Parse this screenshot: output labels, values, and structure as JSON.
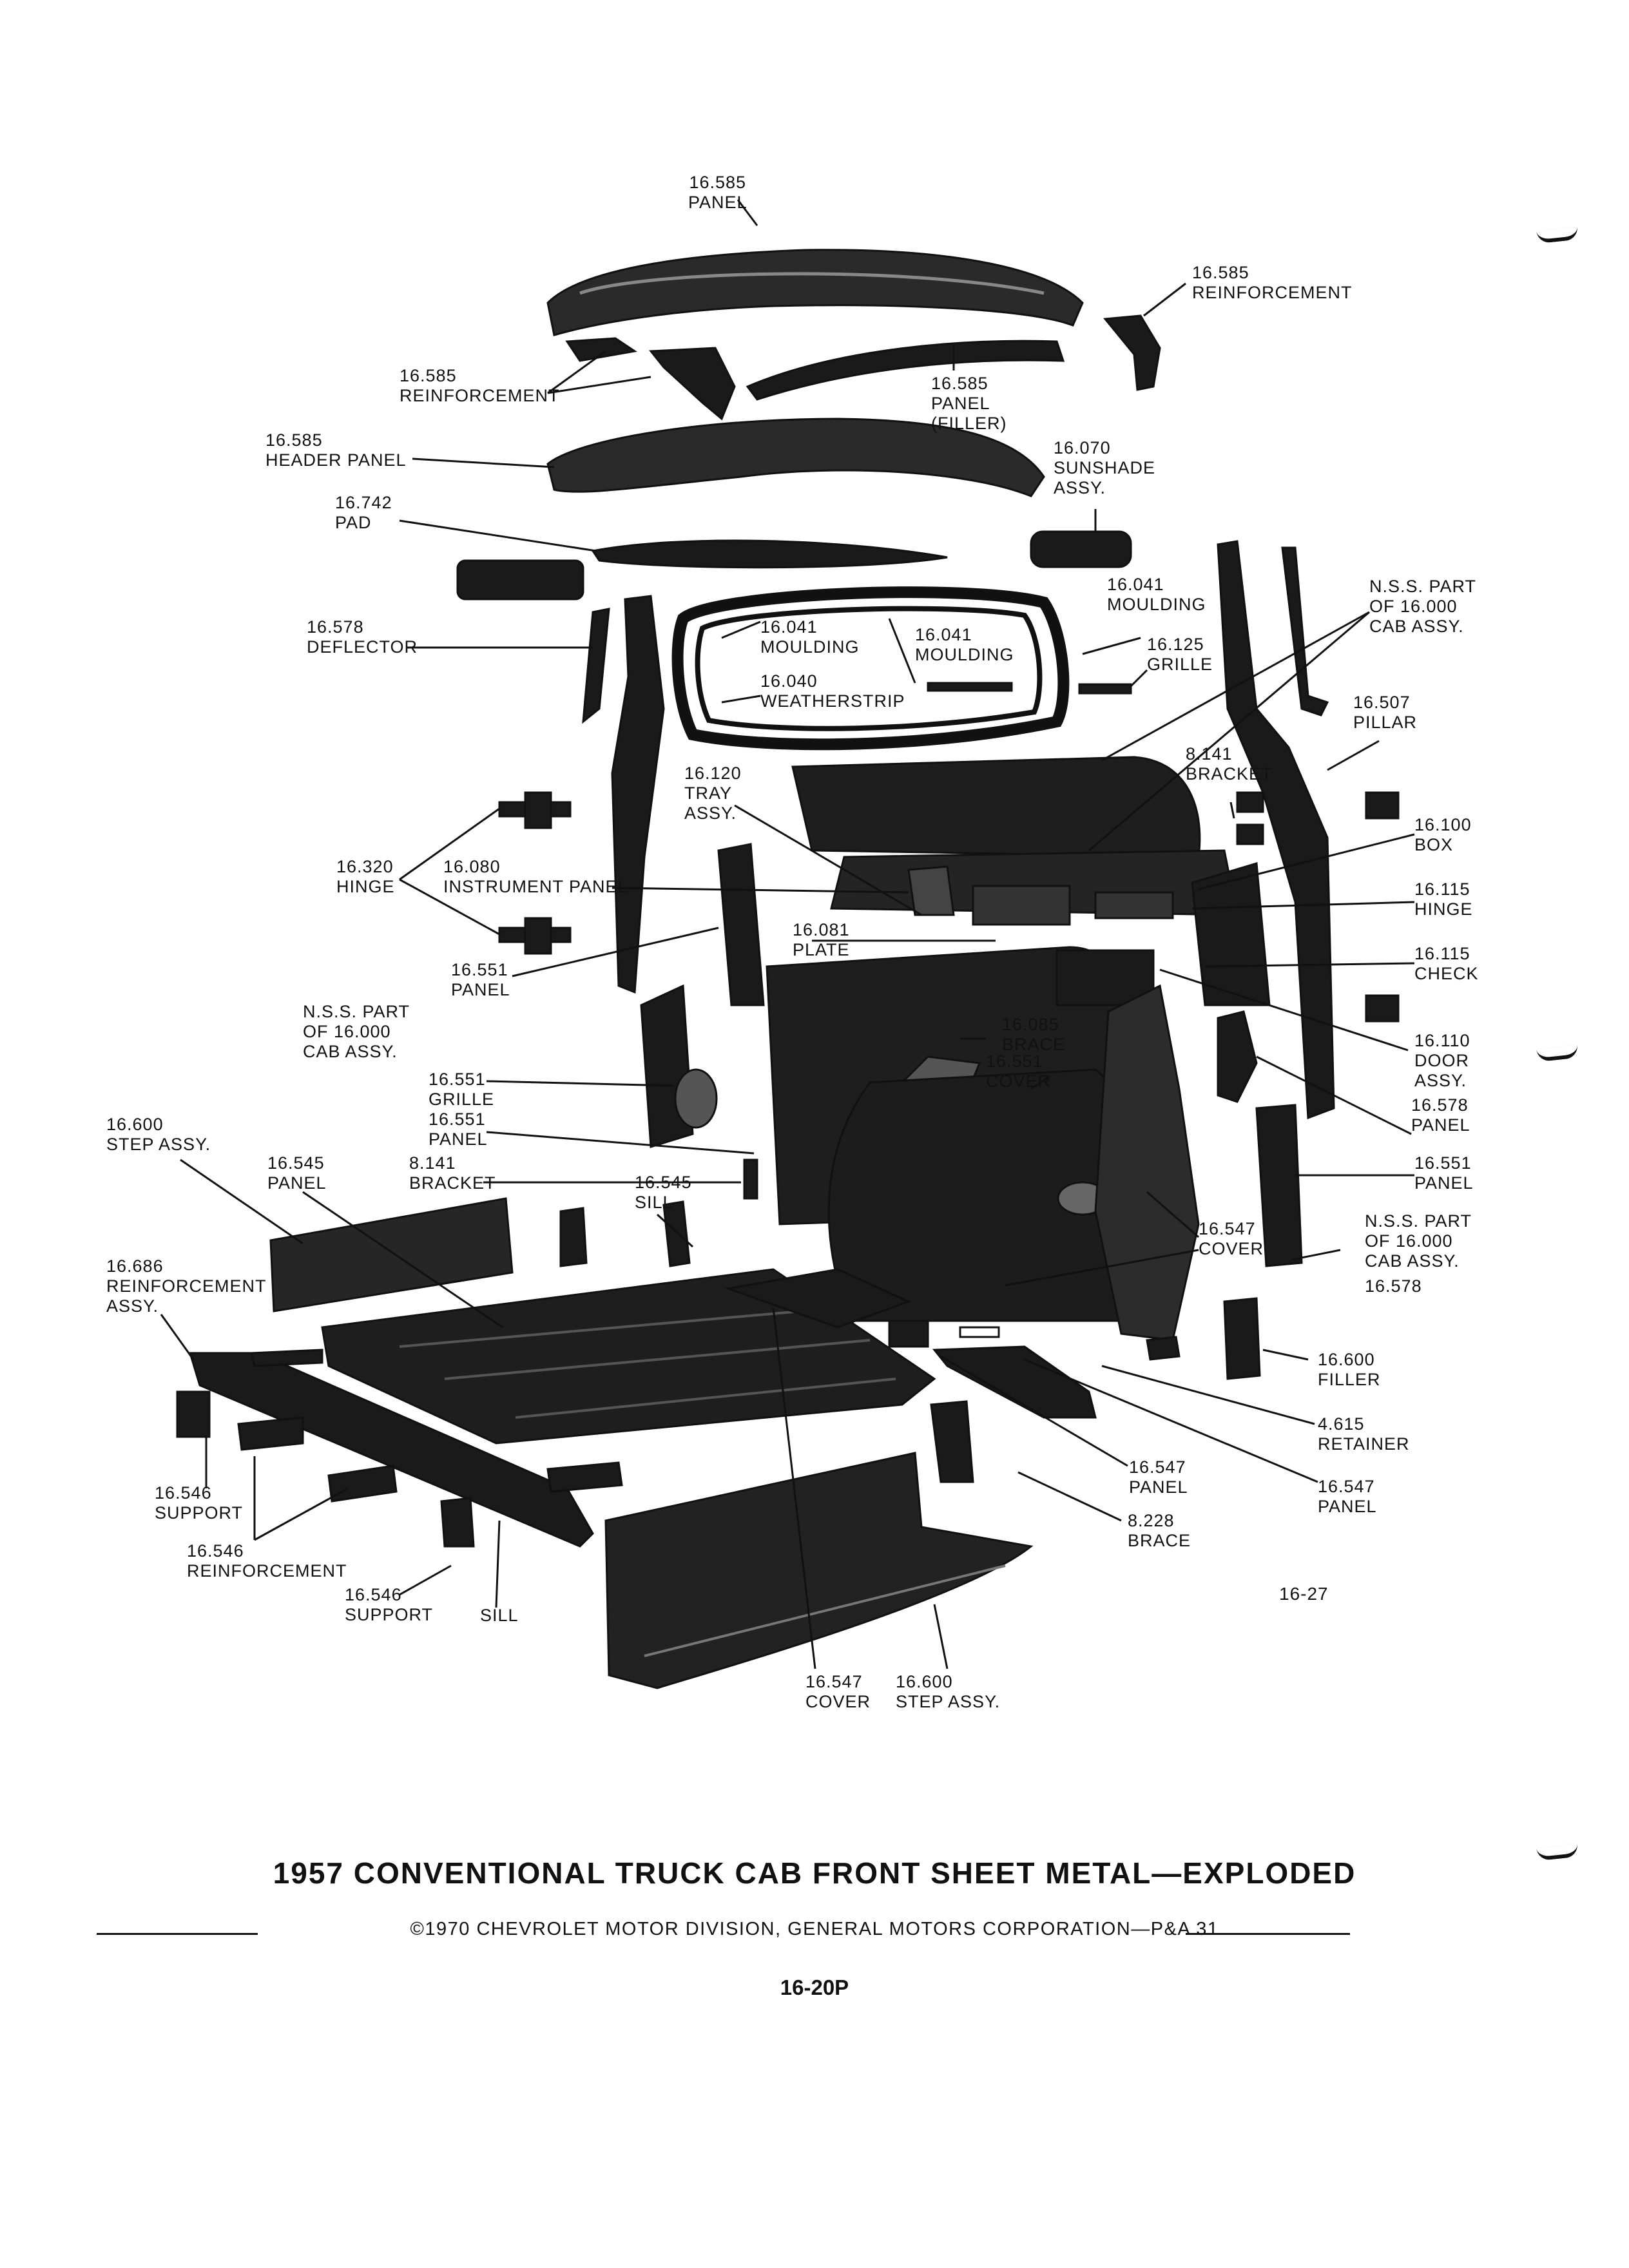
{
  "labels": {
    "roof_panel": [
      "16.585",
      "PANEL"
    ],
    "roof_reinf_right": [
      "16.585",
      "REINFORCEMENT"
    ],
    "roof_reinf_left": [
      "16.585",
      "REINFORCEMENT"
    ],
    "panel_filler": [
      "16.585",
      "PANEL",
      "(FILLER)"
    ],
    "header_panel": [
      "16.585",
      "HEADER PANEL"
    ],
    "sunshade": [
      "16.070",
      "SUNSHADE",
      "ASSY."
    ],
    "pad": [
      "16.742",
      "PAD"
    ],
    "moulding_right": [
      "16.041",
      "MOULDING"
    ],
    "nss_top_right": [
      "N.S.S. PART",
      "OF 16.000",
      "CAB ASSY."
    ],
    "deflector": [
      "16.578",
      "DEFLECTOR"
    ],
    "moulding_inner_left": [
      "16.041",
      "MOULDING"
    ],
    "moulding_inner_right": [
      "16.041",
      "MOULDING"
    ],
    "grille_upper": [
      "16.125",
      "GRILLE"
    ],
    "weatherstrip": [
      "16.040",
      "WEATHERSTRIP"
    ],
    "pillar": [
      "16.507",
      "PILLAR"
    ],
    "tray": [
      "16.120",
      "TRAY",
      "ASSY."
    ],
    "bracket_upper": [
      "8.141",
      "BRACKET"
    ],
    "box": [
      "16.100",
      "BOX"
    ],
    "hinge_left_num": [
      "16.320",
      "HINGE"
    ],
    "instrument_panel": [
      "16.080",
      "INSTRUMENT PANEL"
    ],
    "hinge_right": [
      "16.115",
      "HINGE"
    ],
    "plate": [
      "16.081",
      "PLATE"
    ],
    "panel_16551_a": [
      "16.551",
      "PANEL"
    ],
    "check": [
      "16.115",
      "CHECK"
    ],
    "nss_left": [
      "N.S.S. PART",
      "OF 16.000",
      "CAB ASSY."
    ],
    "brace_16085": [
      "16.085",
      "BRACE"
    ],
    "cover_16551": [
      "16.551",
      "COVER"
    ],
    "door_assy": [
      "16.110",
      "DOOR",
      "ASSY."
    ],
    "grille_16551": [
      "16.551",
      "GRILLE"
    ],
    "panel_16578": [
      "16.578",
      "PANEL"
    ],
    "panel_16551_b": [
      "16.551",
      "PANEL"
    ],
    "step_assy_left": [
      "16.600",
      "STEP ASSY."
    ],
    "panel_16545": [
      "16.545",
      "PANEL"
    ],
    "bracket_8141": [
      "8.141",
      "BRACKET"
    ],
    "sill_16545": [
      "16.545",
      "SILL"
    ],
    "panel_16551_right": [
      "16.551",
      "PANEL"
    ],
    "nss_right_lower": [
      "N.S.S. PART",
      "OF 16.000",
      "CAB ASSY.",
      "16.578"
    ],
    "cover_16547_mid": [
      "16.547",
      "COVER"
    ],
    "reinf_16686": [
      "16.686",
      "REINFORCEMENT",
      "ASSY."
    ],
    "filler_16600": [
      "16.600",
      "FILLER"
    ],
    "retainer": [
      "4.615",
      "RETAINER"
    ],
    "panel_16547_a": [
      "16.547",
      "PANEL"
    ],
    "panel_16547_b": [
      "16.547",
      "PANEL"
    ],
    "support_16546_a": [
      "16.546",
      "SUPPORT"
    ],
    "brace_8228": [
      "8.228",
      "BRACE"
    ],
    "reinf_16546": [
      "16.546",
      "REINFORCEMENT"
    ],
    "support_16546_b": [
      "16.546",
      "SUPPORT"
    ],
    "sill_bottom": [
      "SILL"
    ],
    "cover_16547_bottom": [
      "16.547",
      "COVER"
    ],
    "step_assy_bottom": [
      "16.600",
      "STEP ASSY."
    ]
  },
  "figure_number": "16-27",
  "title": "1957 CONVENTIONAL TRUCK CAB FRONT SHEET METAL—EXPLODED",
  "copyright": "©1970 CHEVROLET MOTOR DIVISION, GENERAL MOTORS CORPORATION—P&A 31",
  "page_code": "16-20P"
}
